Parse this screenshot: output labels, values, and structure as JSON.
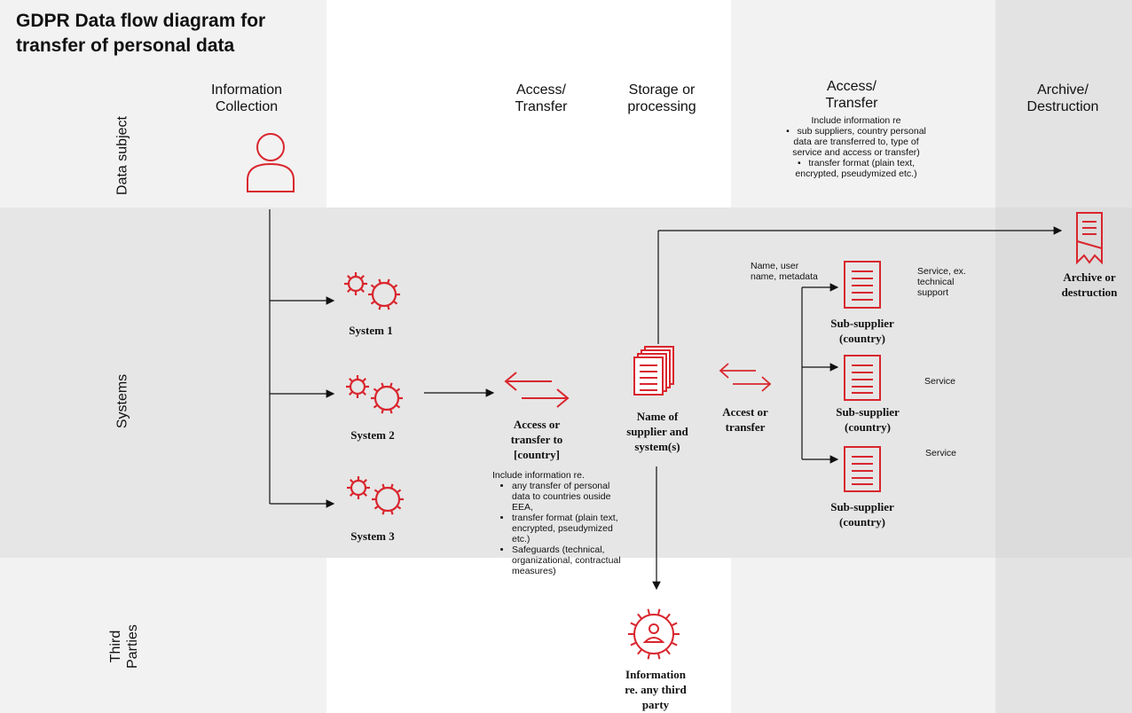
{
  "title": "GDPR Data flow diagram for\ntransfer of personal data",
  "columns": {
    "collection": "Information\nCollection",
    "access1": "Access/\nTransfer",
    "storage": "Storage or\nprocessing",
    "access2": "Access/\nTransfer",
    "archive": "Archive/\nDestruction"
  },
  "access2_note": {
    "intro": "Include information re",
    "bullets": [
      "sub suppliers, country personal data are transferred to, type of service and access or transfer)",
      "transfer format (plain text, encrypted, pseudymized etc.)"
    ]
  },
  "lanes": {
    "data_subject": "Data subject",
    "systems": "Systems",
    "third_parties": "Third\nParties"
  },
  "systems": {
    "s1": "System 1",
    "s2": "System 2",
    "s3": "System 3"
  },
  "access_transfer_label": "Access or\ntransfer to\n[country]",
  "access_note": {
    "intro": "Include information re.",
    "bullets": [
      "any transfer of personal data to countries ouside EEA,",
      "transfer format (plain text, encrypted, pseudymized etc.)",
      "Safeguards (technical, organizational, contractual measures)"
    ]
  },
  "supplier_label": "Name of\nsupplier and\nsystem(s)",
  "accest_label": "Accest or\ntransfer",
  "sub_suppliers": {
    "a": "Sub-supplier\n(country)",
    "b": "Sub-supplier\n(country)",
    "c": "Sub-supplier\n(country)"
  },
  "data_note": "Name, user\nname, metadata",
  "services": {
    "a": "Service, ex.\ntechnical\nsupport",
    "b": "Service",
    "c": "Service"
  },
  "archive_label": "Archive or\ndestruction",
  "third_party_label": "Information\nre. any third\nparty",
  "colors": {
    "accent": "#d9262e",
    "band_light": "#f2f2f2",
    "band_mid": "#e6e6e6",
    "band_dark": "#dcdcdc",
    "line": "#111111"
  }
}
